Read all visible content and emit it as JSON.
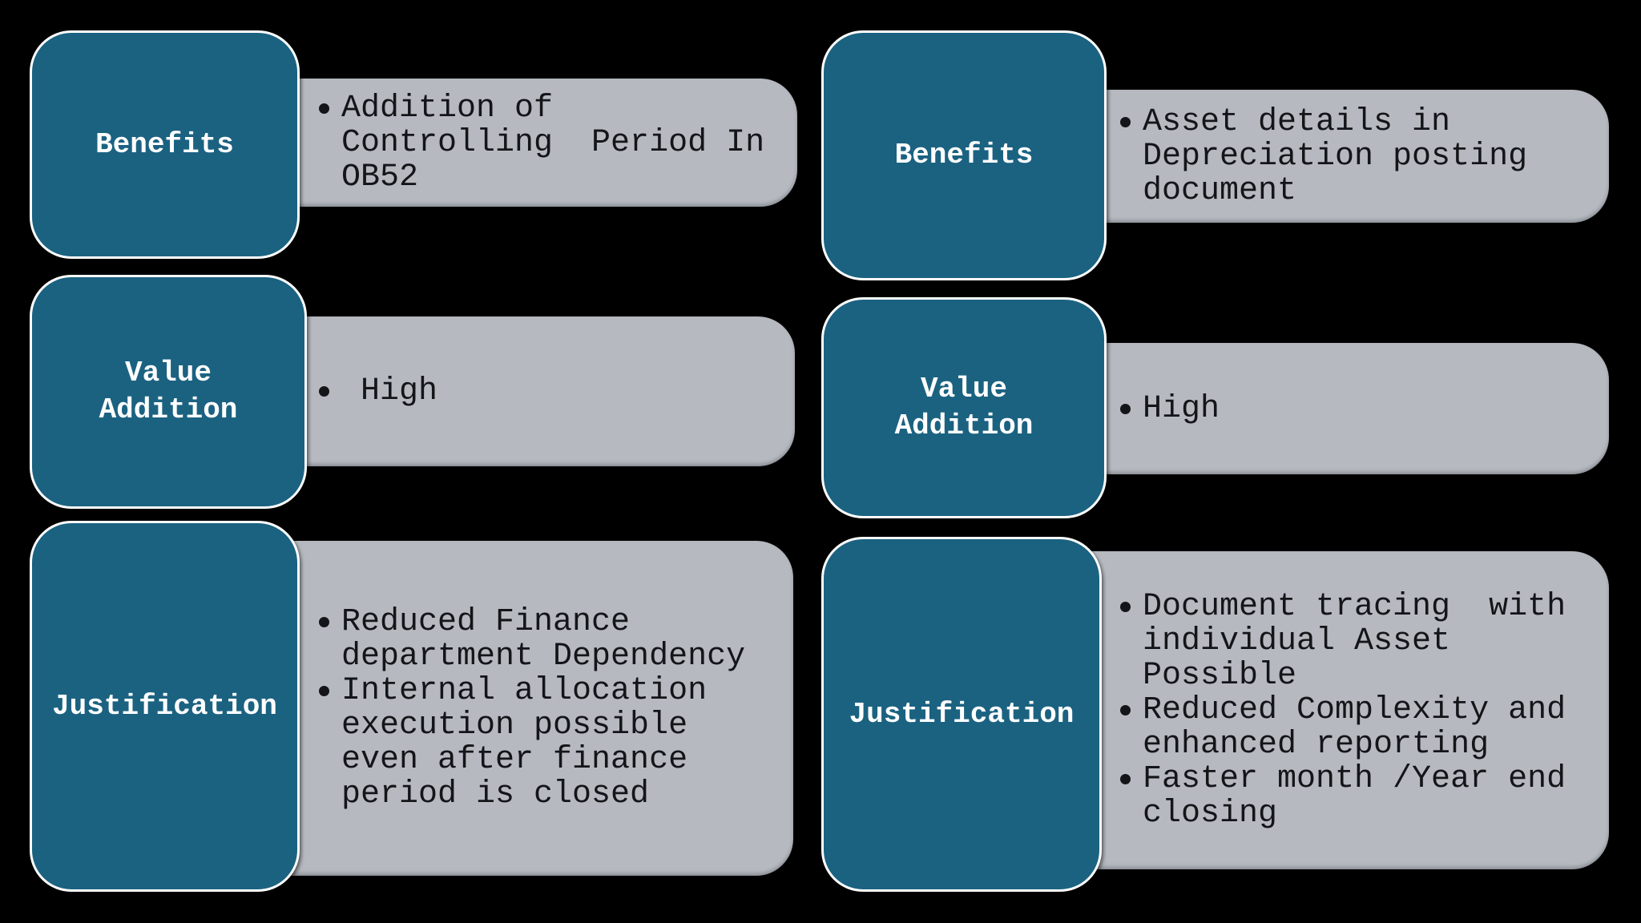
{
  "slide": {
    "background": "#000000",
    "colors": {
      "teal": "#1b6281",
      "gray": "#b6bac0",
      "bullet_text": "#141519",
      "label_text": "#ffffff",
      "card_border": "#ffffff"
    },
    "columns": [
      {
        "rows": [
          {
            "label": "Benefits",
            "bullets": [
              "Addition of\nControlling  Period In\nOB52"
            ]
          },
          {
            "label": "Value\nAddition",
            "bullets": [
              " High"
            ]
          },
          {
            "label": "Justification",
            "bullets": [
              "Reduced Finance\ndepartment Dependency",
              "Internal allocation\nexecution possible\neven after finance\nperiod is closed"
            ]
          }
        ]
      },
      {
        "rows": [
          {
            "label": "Benefits",
            "bullets": [
              "Asset details in\nDepreciation posting\ndocument"
            ]
          },
          {
            "label": "Value\nAddition",
            "bullets": [
              "High"
            ]
          },
          {
            "label": "Justification",
            "bullets": [
              "Document tracing  with\nindividual Asset\nPossible",
              "Reduced Complexity and\nenhanced reporting",
              "Faster month /Year end\nclosing"
            ]
          }
        ]
      }
    ]
  }
}
